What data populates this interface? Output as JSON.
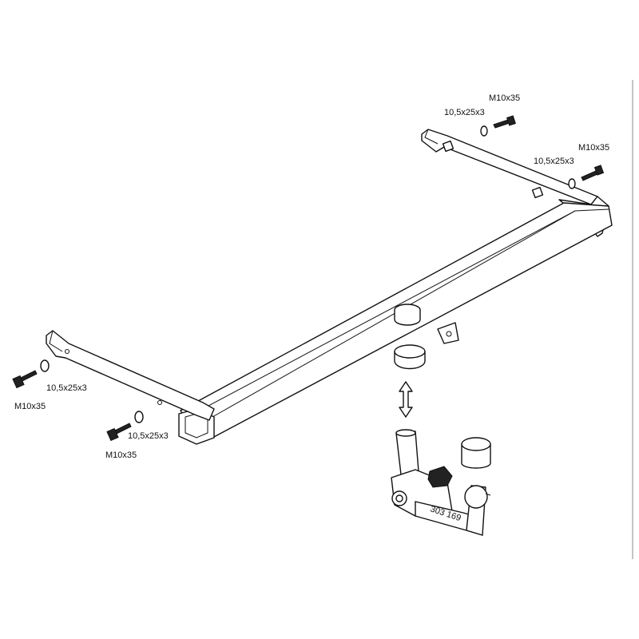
{
  "labels": {
    "bolt_top_right_upper": "M10x35",
    "washer_top_right_upper": "10,5x25x3",
    "bolt_top_right_lower": "M10x35",
    "washer_top_right_lower": "10,5x25x3",
    "washer_left_upper": "10,5x25x3",
    "bolt_left_upper": "M10x35",
    "washer_left_lower": "10,5x25x3",
    "bolt_left_lower": "M10x35",
    "ball_code": "303 169"
  }
}
